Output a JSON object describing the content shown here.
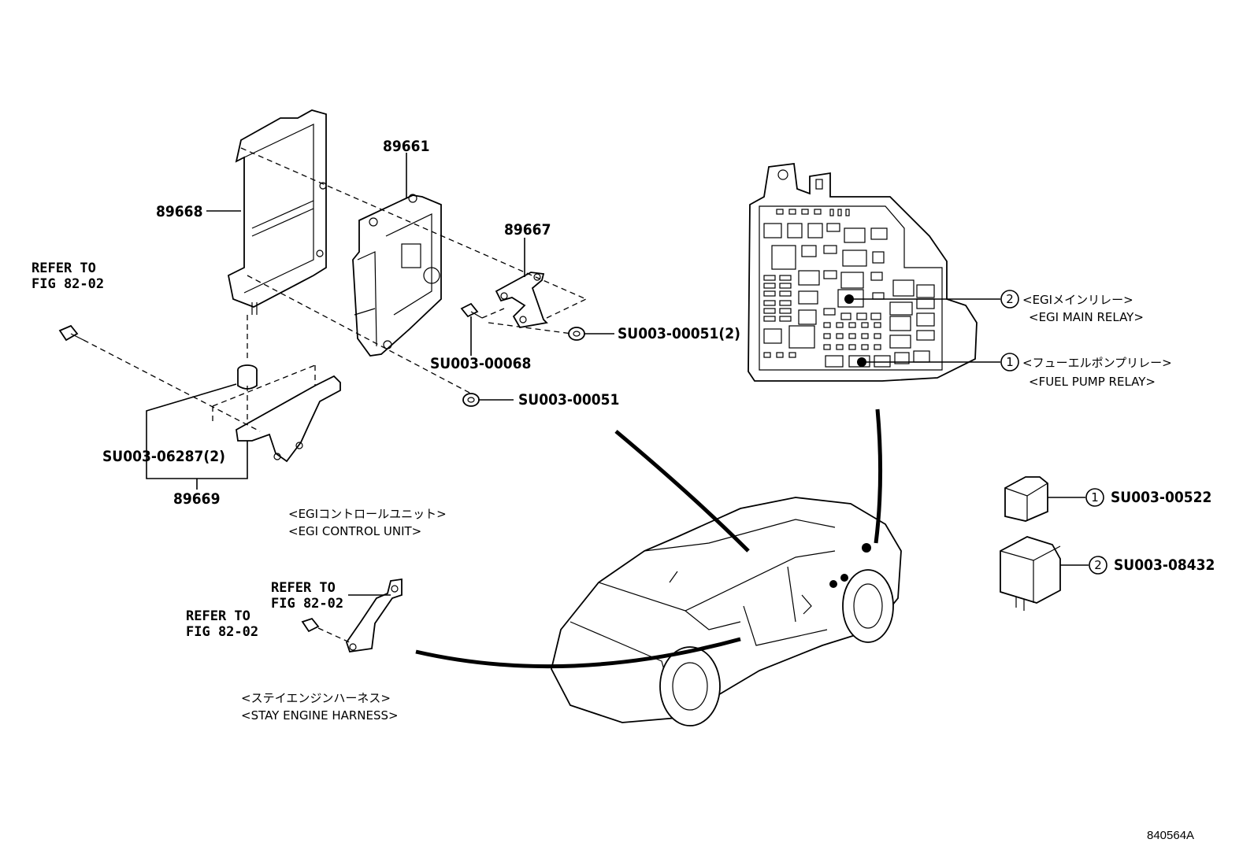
{
  "parts": {
    "bracket_upper": "89668",
    "control_unit": "89661",
    "bracket_small": "89667",
    "bracket_lower": "89669"
  },
  "fasteners": {
    "nut_pair": "SU003-00051(2)",
    "bolt": "SU003-00068",
    "nut_single": "SU003-00051",
    "damper_pair": "SU003-06287(2)"
  },
  "refer": {
    "left": [
      "REFER TO",
      "FIG 82-02"
    ],
    "stay_upper": [
      "REFER TO",
      "FIG 82-02"
    ],
    "stay_left": [
      "REFER TO",
      "FIG 82-02"
    ]
  },
  "captions": {
    "control_unit_jp": "<EGIコントロールユニット>",
    "control_unit_en": "<EGI CONTROL UNIT>",
    "stay_jp": "<ステイエンジンハーネス>",
    "stay_en": "<STAY ENGINE HARNESS>"
  },
  "relays": [
    {
      "num": "2",
      "jp": "<EGIメインリレー>",
      "en": "<EGI MAIN RELAY>",
      "part": "SU003-08432"
    },
    {
      "num": "1",
      "jp": "<フューエルポンプリレー>",
      "en": "<FUEL PUMP RELAY>",
      "part": "SU003-00522"
    }
  ],
  "figure_code": "840564A"
}
